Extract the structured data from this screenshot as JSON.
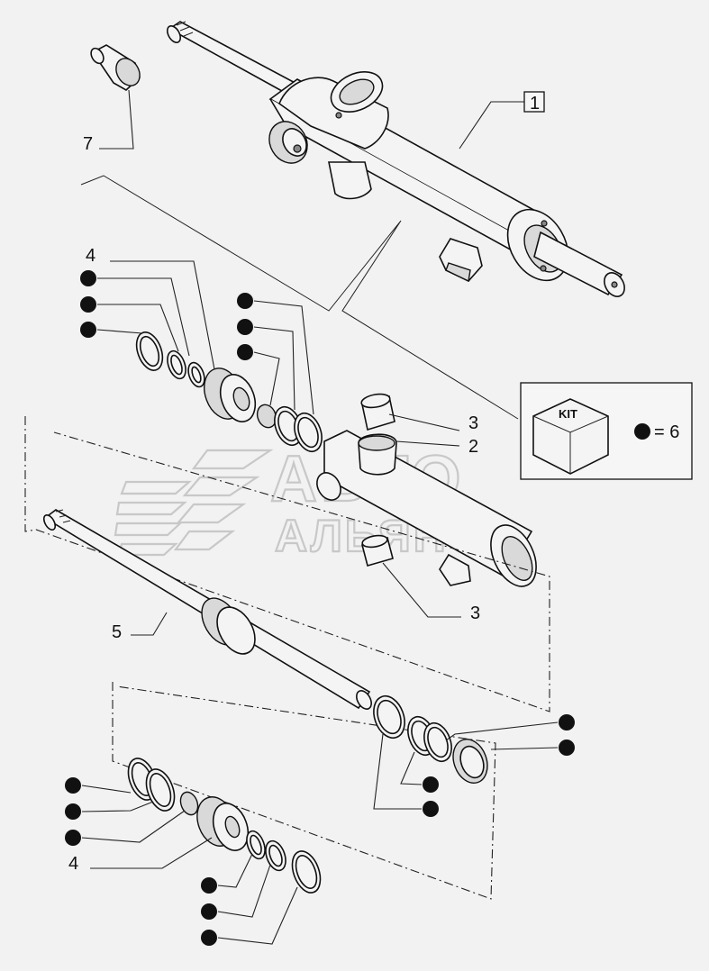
{
  "callouts": {
    "housing": "1",
    "bushing_a": "2",
    "bushing_b": "3",
    "bushing_c": "3",
    "piston_upper": "4",
    "piston_lower": "4",
    "rod": "5",
    "cap": "7"
  },
  "kit": {
    "box_label": "KIT",
    "equals_text": "= 6"
  },
  "watermark": {
    "line1": "АВТО",
    "line2": "АЛЬЯНС"
  },
  "colors": {
    "background": "#f2f2f2",
    "line": "#111111",
    "watermark": "#c8c8c8"
  }
}
